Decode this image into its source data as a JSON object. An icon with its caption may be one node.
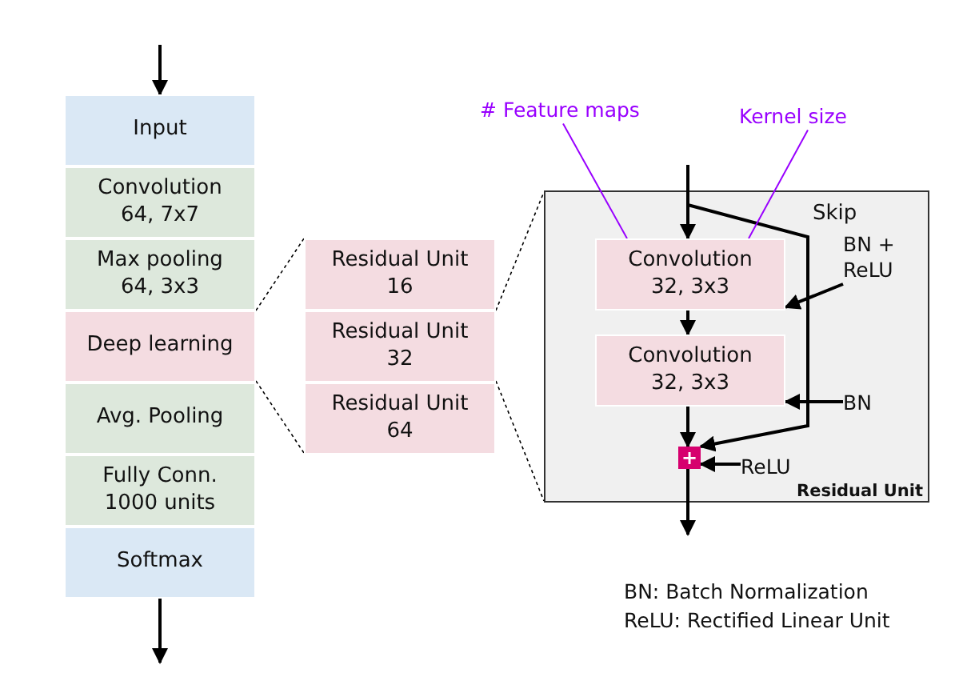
{
  "diagram": {
    "nodes": [
      {
        "text": [
          "Input"
        ]
      },
      {
        "text": [
          "Convolution 64, 7x7"
        ]
      },
      {
        "text": [
          "Max pooling 64, 3x3"
        ]
      },
      {
        "text": [
          "Deep learning"
        ]
      },
      {
        "text": [
          "Avg. Pooling"
        ]
      },
      {
        "text": [
          "Fully Conn. 1000 units"
        ]
      },
      {
        "text": [
          "Softmax"
        ]
      },
      {
        "text": [
          "Residual Unit 16"
        ]
      },
      {
        "text": [
          "Residual Unit 32"
        ]
      },
      {
        "text": [
          "Residual Unit 64"
        ]
      },
      {
        "text": [
          "Residual Unit"
        ]
      },
      {
        "text": [
          "Convolution 32, 3x3"
        ],
        "in": 10
      },
      {
        "text": [
          "Convolution 32, 3x3"
        ],
        "in": 10
      },
      {
        "text": [
          "+"
        ],
        "in": 10
      },
      {
        "text": [
          "# Feature maps"
        ]
      },
      {
        "text": [
          "Kernel size"
        ]
      },
      {
        "text": [
          "BN + ReLU"
        ],
        "in": 10
      },
      {
        "text": [
          "BN"
        ],
        "in": 10
      },
      {
        "text": [
          "ReLU"
        ],
        "in": 10
      }
    ],
    "edges": [
      {
        "from": null,
        "to": 0,
        "arrow": "to"
      },
      {
        "from": 6,
        "to": null,
        "arrow": "to"
      },
      {
        "from": 3,
        "to": 7,
        "arrow": "none",
        "style": "dashed"
      },
      {
        "from": 3,
        "to": 9,
        "arrow": "none",
        "style": "dashed"
      },
      {
        "from": 8,
        "to": 10,
        "arrow": "none",
        "style": "dashed"
      },
      {
        "from": 8,
        "to": 10,
        "arrow": "none",
        "style": "dashed"
      },
      {
        "from": null,
        "to": 11,
        "arrow": "to"
      },
      {
        "from": 11,
        "to": 12,
        "arrow": "to"
      },
      {
        "from": 12,
        "to": 13,
        "arrow": "to"
      },
      {
        "from": 13,
        "to": null,
        "arrow": "to"
      },
      {
        "from": null,
        "to": 13,
        "arrow": "to",
        "label": "Skip"
      },
      {
        "from": 14,
        "to": 11,
        "arrow": "none",
        "color": "#9900ff"
      },
      {
        "from": 15,
        "to": 11,
        "arrow": "none",
        "color": "#9900ff"
      },
      {
        "from": 16,
        "to": 11,
        "arrow": "to"
      },
      {
        "from": 17,
        "to": 12,
        "arrow": "to"
      },
      {
        "from": 18,
        "to": 13,
        "arrow": "to"
      }
    ],
    "labels": [
      "BN: Batch Normalization",
      "ReLU: Rectified Linear Unit"
    ]
  }
}
